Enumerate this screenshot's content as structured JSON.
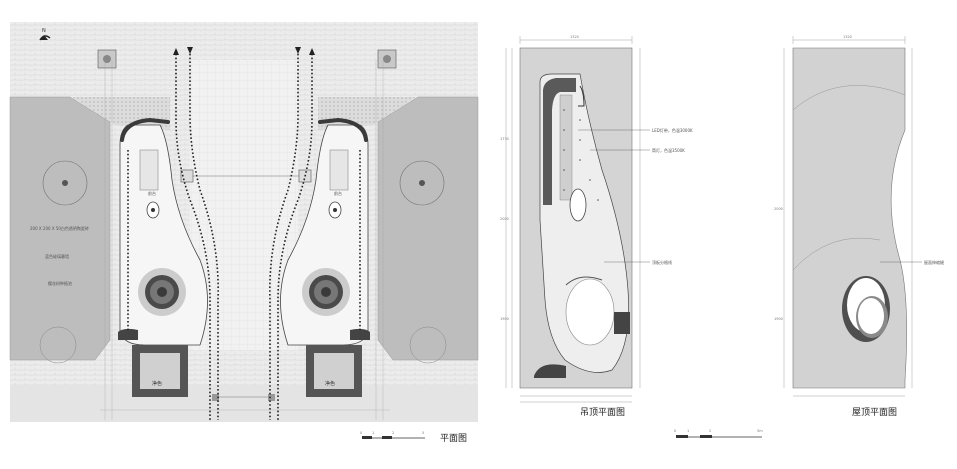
{
  "compass": {
    "letter": "N"
  },
  "plan": {
    "title": "平面图",
    "room_left": "净色",
    "room_right": "净色",
    "desk_left": "前台",
    "desk_right": "前台",
    "notes": [
      "200 X 200 X 50白色透明陶瓷砖",
      "蓝色玻璃幕墙",
      "樱花树种植池"
    ],
    "scale": [
      "0",
      "1",
      "2",
      "5"
    ]
  },
  "ceiling": {
    "title": "吊顶平面图",
    "notes": [
      "LED灯带，色温3000K",
      "筒灯，色温3500K",
      "顶板分格线"
    ],
    "dims_top": [
      "1320"
    ],
    "dims_side": [
      "1730",
      "2000",
      "1900"
    ]
  },
  "roof": {
    "title": "屋顶平面图",
    "notes": [
      "屋面伸缩缝"
    ],
    "dims_top": [
      "1320"
    ],
    "dims_side": [
      "2000",
      "1900"
    ]
  },
  "scale_bar": [
    "0",
    "1",
    "2",
    "5m"
  ],
  "colors": {
    "wall": "#bdbdbd",
    "dark": "#4a4a4a",
    "line": "#555555",
    "paving": "#e9e9e9"
  }
}
